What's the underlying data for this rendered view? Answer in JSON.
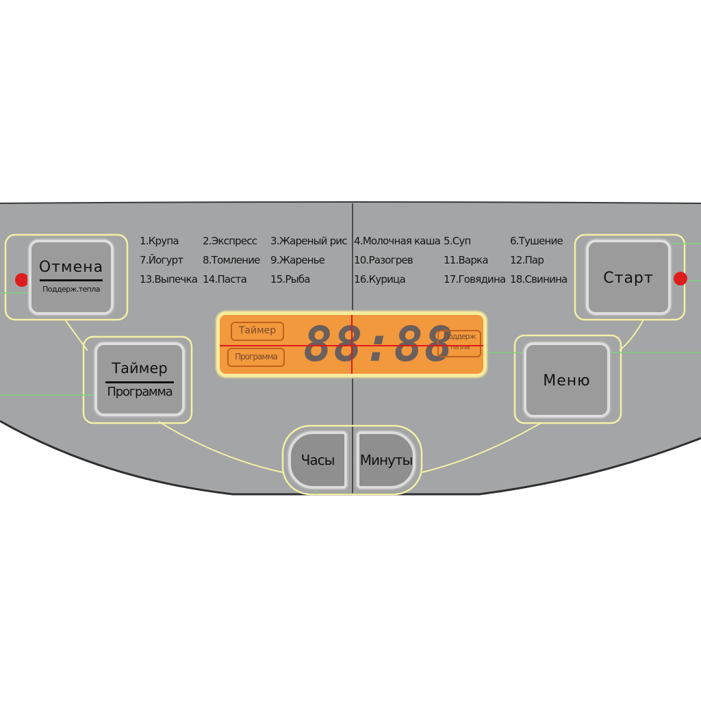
{
  "programs_left": [
    [
      "1.Крупа",
      "2.Экспресс",
      "3.Жареный рис"
    ],
    [
      "7.Йогурт",
      "8.Томление",
      "9.Жаренье"
    ],
    [
      "13.Выпечка",
      "14.Паста",
      "15.Рыба"
    ]
  ],
  "programs_right": [
    [
      "4.Молочная каша",
      "5.Суп",
      "6.Тушение"
    ],
    [
      "10.Разогрев",
      "11.Варка",
      "12.Пар"
    ],
    [
      "16.Курица",
      "17.Говядина",
      "18.Свинина"
    ]
  ],
  "buttons": {
    "cancel_top": "Отмена",
    "cancel_bottom": "Поддерж.тепла",
    "timer_top": "Таймер",
    "timer_bottom": "Программа",
    "start": "Старт",
    "menu": "Меню",
    "hours": "Часы",
    "minutes": "Минуты"
  },
  "display": {
    "digits": "88:88",
    "tag_timer": "Таймер",
    "tag_program": "Программа",
    "tag_keep_warm_line1": "Поддерж",
    "tag_keep_warm_line2": "тепла"
  },
  "colors": {
    "panel": "#a4a5a6",
    "lcd": "#f2983d",
    "led": "#dd1e1e",
    "outline": "#f3f0a6"
  }
}
